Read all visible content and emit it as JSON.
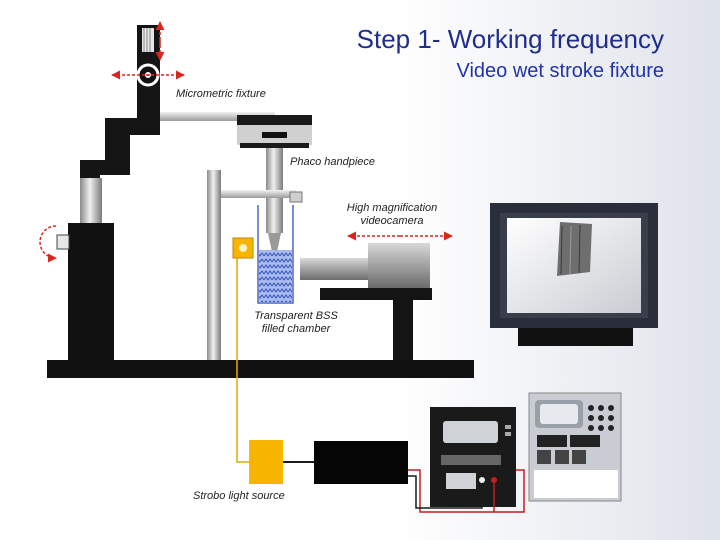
{
  "slide": {
    "title": "Step 1- Working frequency",
    "subtitle": "Video wet stroke fixture"
  },
  "labels": {
    "micrometric": "Micrometric fixture",
    "phaco": "Phaco handpiece",
    "camera_line1": "High magnification",
    "camera_line2": "videocamera",
    "chamber_line1": "Transparent BSS",
    "chamber_line2": "filled chamber",
    "strobo": "Strobo light source"
  },
  "colors": {
    "title": "#1f2d8c",
    "arrow": "#d9261c",
    "strobe": "#f7b500",
    "water": "#4a66c8",
    "cable_yellow": "#e2a800",
    "cable_red": "#c41e1e"
  }
}
